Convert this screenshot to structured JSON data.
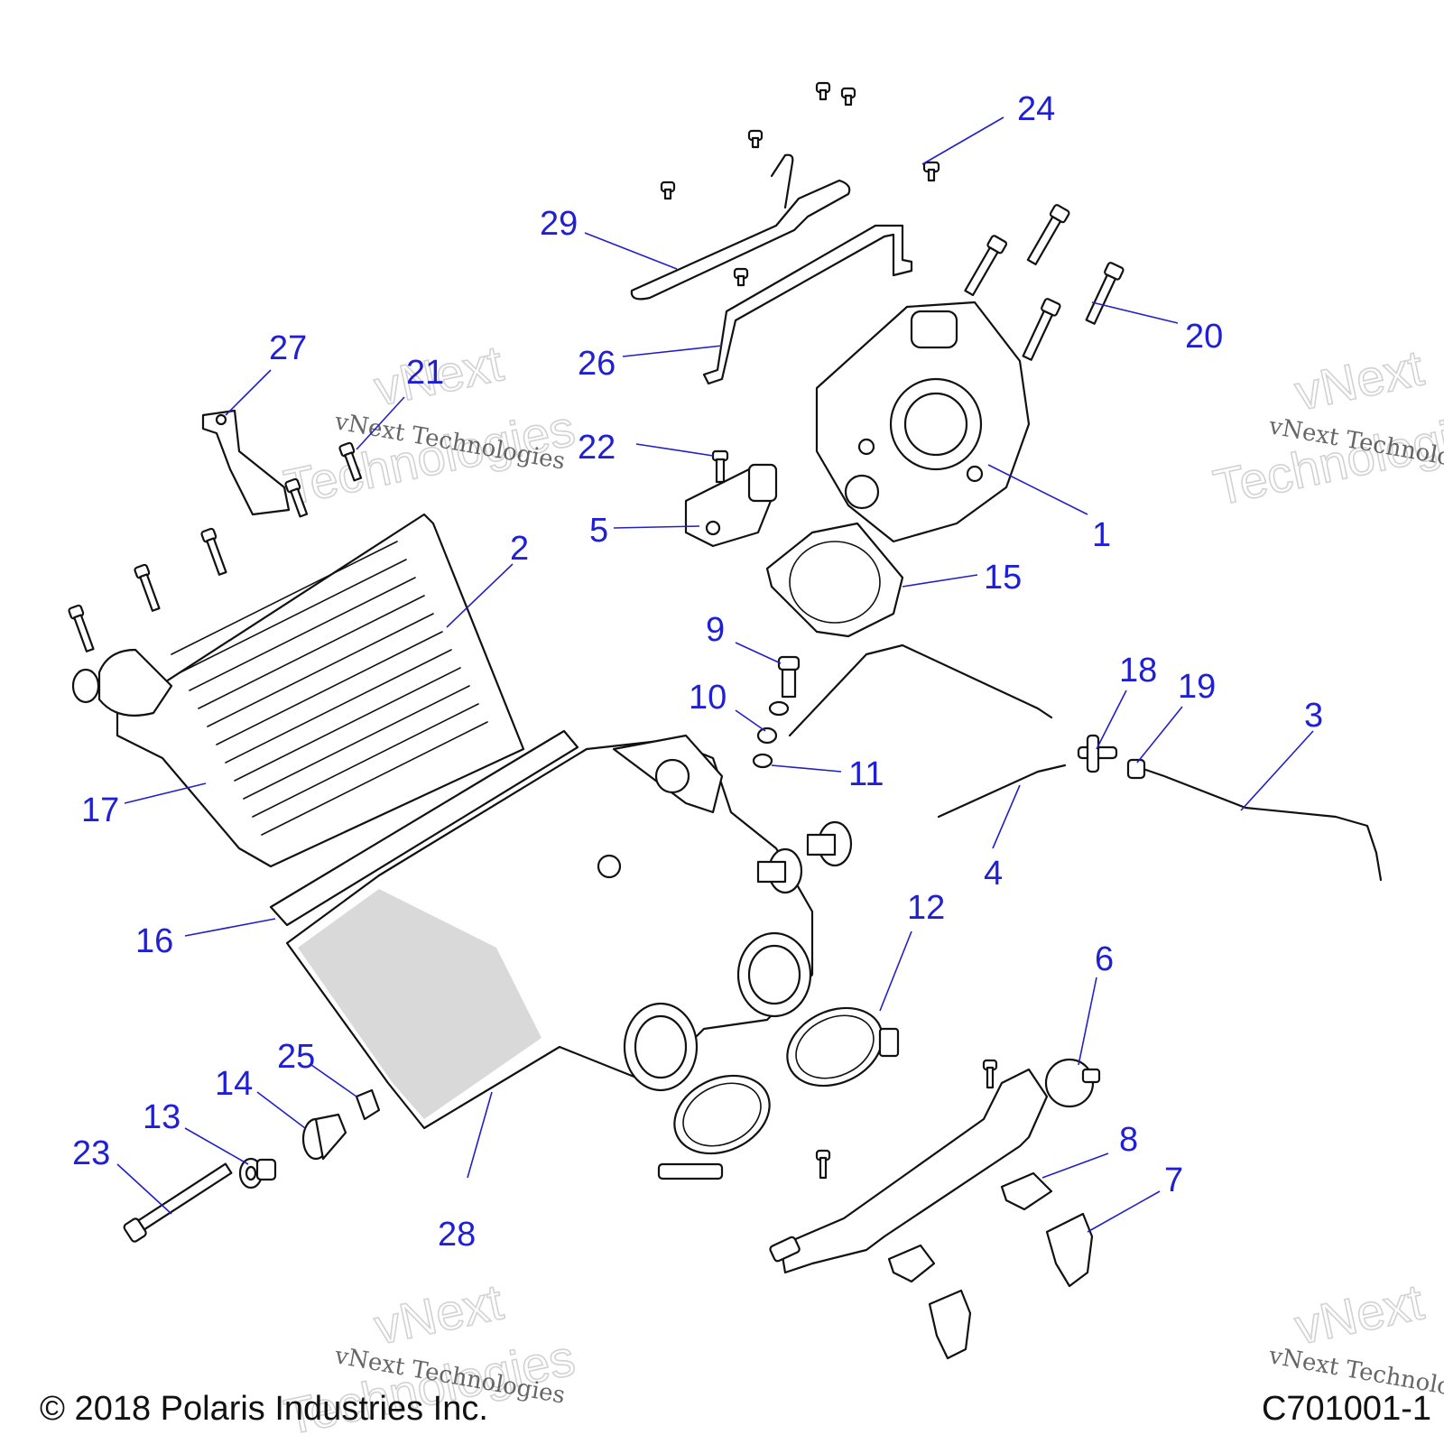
{
  "footer": {
    "copyright": "© 2018 Polaris Industries Inc.",
    "drawing_code": "C701001-1"
  },
  "watermark": {
    "line1": "vNext Technologies",
    "big1": "vNext",
    "big2": "Technologies"
  },
  "callouts": {
    "c1": "1",
    "c2": "2",
    "c3": "3",
    "c4": "4",
    "c5": "5",
    "c6": "6",
    "c7": "7",
    "c8": "8",
    "c9": "9",
    "c10": "10",
    "c11": "11",
    "c12": "12",
    "c13": "13",
    "c14": "14",
    "c15": "15",
    "c16": "16",
    "c17": "17",
    "c18": "18",
    "c19": "19",
    "c20": "20",
    "c21": "21",
    "c22": "22",
    "c23": "23",
    "c24": "24",
    "c25": "25",
    "c26": "26",
    "c27": "27",
    "c28": "28",
    "c29": "29"
  },
  "colors": {
    "callout": "#1f1fd6",
    "line": "#111111"
  }
}
